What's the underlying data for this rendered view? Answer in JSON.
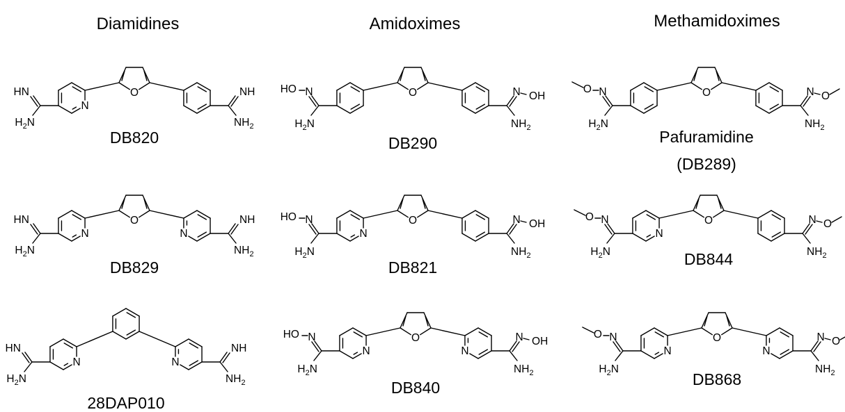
{
  "columns": [
    {
      "header": "Diamidines",
      "compounds": [
        {
          "name": "DB820",
          "left_ring": "pyridine",
          "core": "furan",
          "right_ring": "phenyl",
          "end_group": "amidine",
          "atoms": [
            "HN",
            "H2N",
            "N",
            "O",
            "NH",
            "NH2"
          ]
        },
        {
          "name": "DB829",
          "left_ring": "pyridine",
          "core": "furan",
          "right_ring": "pyridine",
          "end_group": "amidine",
          "atoms": [
            "HN",
            "H2N",
            "N",
            "O",
            "N",
            "NH",
            "NH2"
          ]
        },
        {
          "name": "28DAP010",
          "left_ring": "pyridine",
          "core": "benzene",
          "right_ring": "pyridine",
          "end_group": "amidine",
          "atoms": [
            "HN",
            "NH2",
            "N",
            "N",
            "NH",
            "NH2"
          ]
        }
      ]
    },
    {
      "header": "Amidoximes",
      "compounds": [
        {
          "name": "DB290",
          "left_ring": "phenyl",
          "core": "furan",
          "right_ring": "phenyl",
          "end_group": "amidoxime",
          "atoms": [
            "HO",
            "N",
            "H2N",
            "O",
            "N",
            "OH",
            "NH2"
          ]
        },
        {
          "name": "DB821",
          "left_ring": "pyridine",
          "core": "furan",
          "right_ring": "phenyl",
          "end_group": "amidoxime",
          "atoms": [
            "HO",
            "N",
            "H2N",
            "N",
            "O",
            "N",
            "OH",
            "NH2"
          ]
        },
        {
          "name": "DB840",
          "left_ring": "pyridine",
          "core": "furan",
          "right_ring": "pyridine",
          "end_group": "amidoxime",
          "atoms": [
            "HO",
            "N",
            "H2N",
            "N",
            "O",
            "N",
            "N",
            "OH",
            "NH2"
          ]
        }
      ]
    },
    {
      "header": "Methamidoximes",
      "compounds": [
        {
          "name": "Pafuramidine",
          "name2": "(DB289)",
          "left_ring": "phenyl",
          "core": "furan",
          "right_ring": "phenyl",
          "end_group": "methamidoxime",
          "atoms": [
            "O",
            "N",
            "H2N",
            "O",
            "N",
            "O",
            "NH2"
          ]
        },
        {
          "name": "DB844",
          "left_ring": "pyridine",
          "core": "furan",
          "right_ring": "phenyl",
          "end_group": "methamidoxime",
          "atoms": [
            "O",
            "N",
            "H2N",
            "N",
            "O",
            "N",
            "O",
            "NH2"
          ]
        },
        {
          "name": "DB868",
          "left_ring": "pyridine",
          "core": "furan",
          "right_ring": "pyridine",
          "end_group": "methamidoxime",
          "atoms": [
            "O",
            "N",
            "H2N",
            "N",
            "O",
            "N",
            "N",
            "O",
            "NH2"
          ]
        }
      ]
    }
  ]
}
